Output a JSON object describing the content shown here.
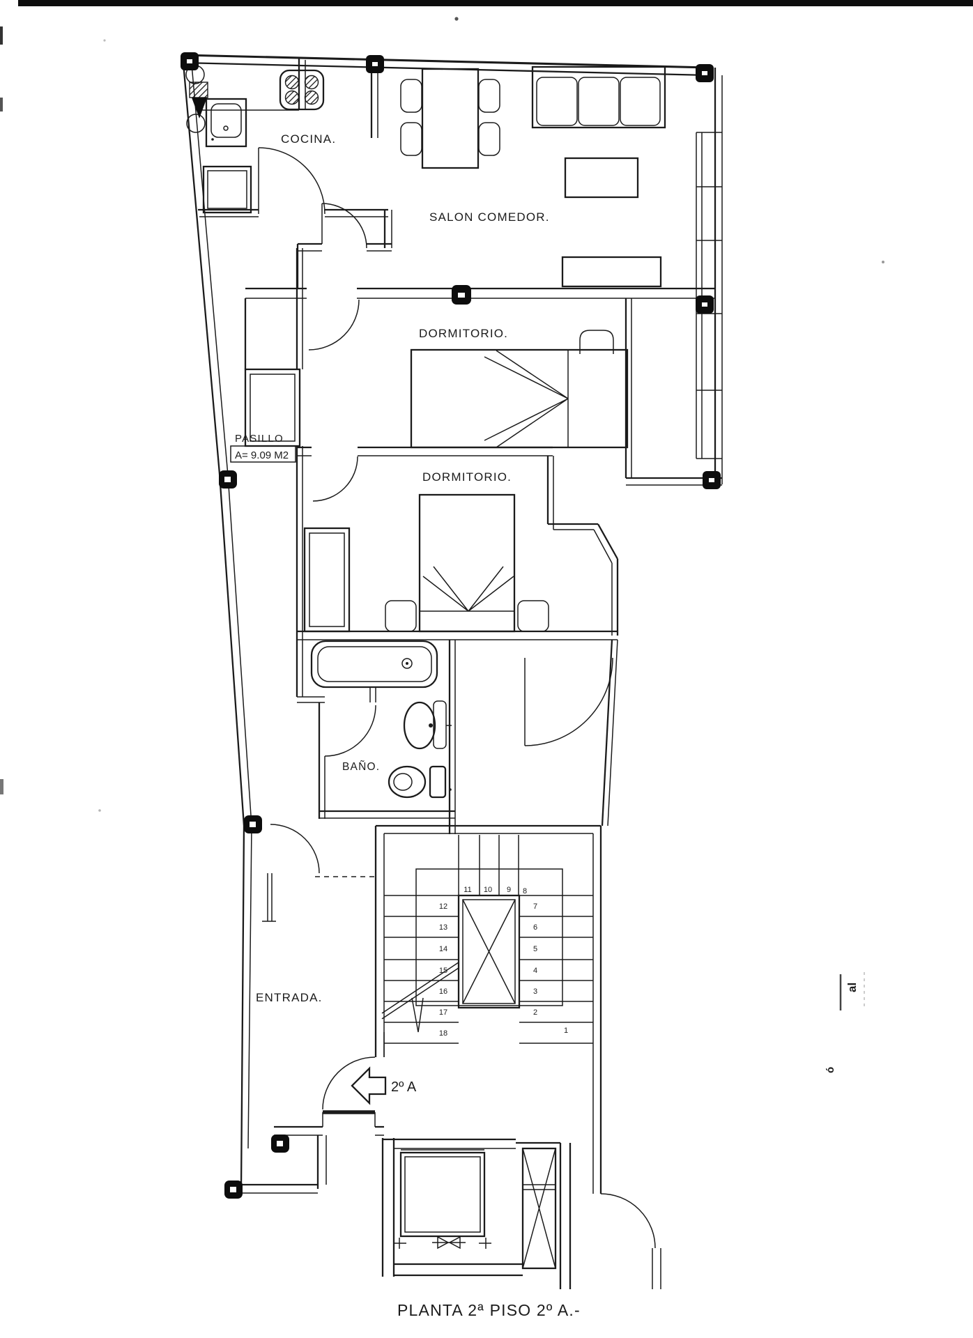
{
  "document": {
    "title": "PLANTA 2ª PISO 2º A.-",
    "ink": "#1b1b1b",
    "paper": "#ffffff"
  },
  "rooms": {
    "kitchen_label": "COCINA.",
    "living_room_label": "SALON COMEDOR.",
    "bedroom1_label": "DORMITORIO.",
    "bedroom2_label": "DORMITORIO.",
    "hallway_label": "PASILLO",
    "hallway_area_label": "A= 9.09 M2",
    "bathroom_label": "BAÑO.",
    "entry_label": "ENTRADA.",
    "apartment_door_label": "2º A"
  },
  "stairs": {
    "left_column": [
      "12",
      "13",
      "14",
      "15",
      "16",
      "17",
      "18"
    ],
    "top_row": [
      "11",
      "10",
      "9",
      "8"
    ],
    "right_column": [
      "7",
      "6",
      "5",
      "4",
      "3",
      "2"
    ],
    "first_step": "1"
  },
  "margin_marks": {
    "note_1": "al",
    "note_2": "ó"
  }
}
